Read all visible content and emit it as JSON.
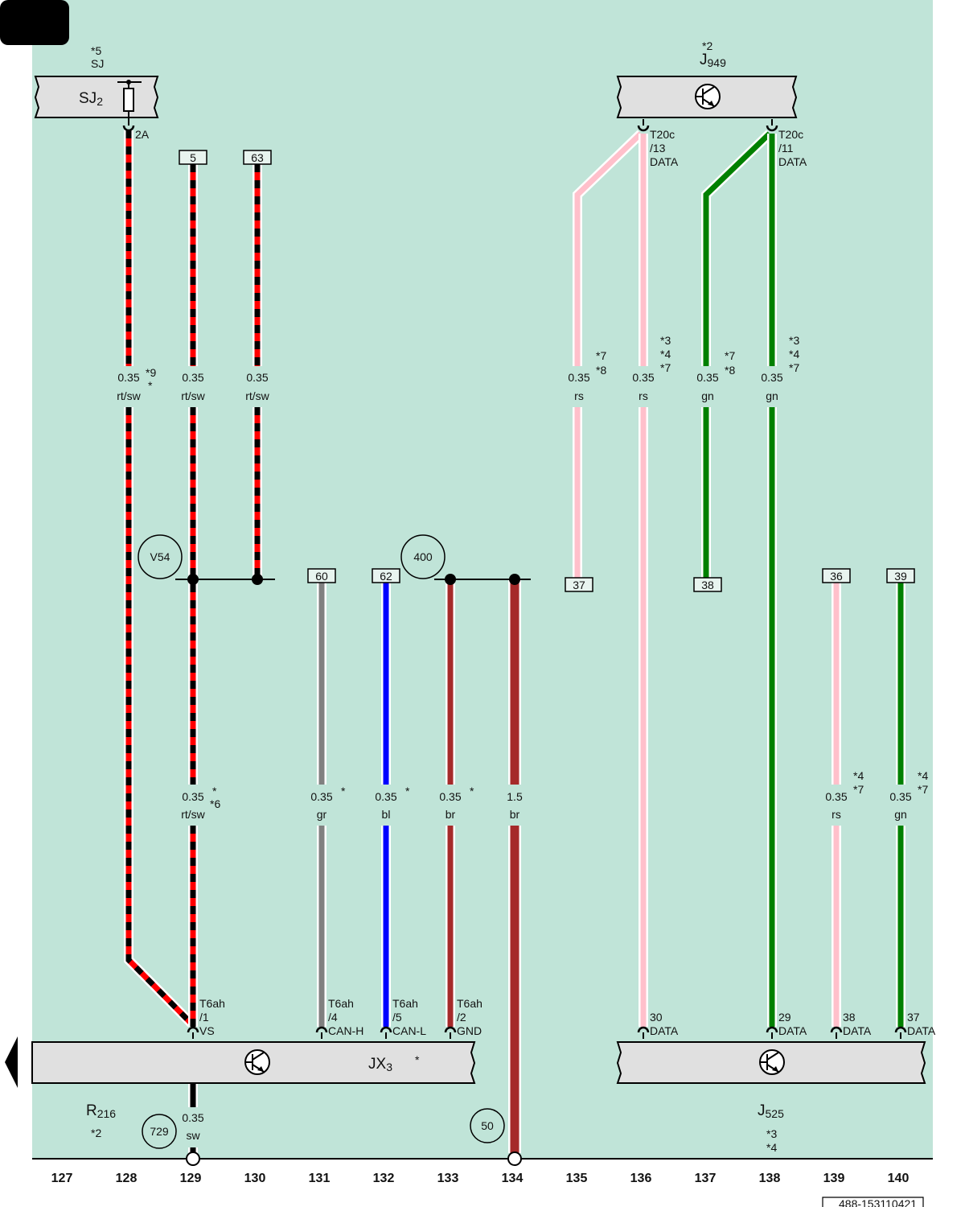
{
  "colors": {
    "background": "#c0e4d8",
    "component_fill": "#e0e0e0",
    "rt": "#ff0000",
    "sw": "#000000",
    "rs": "#ffc0cb",
    "gn": "#008000",
    "gr": "#808080",
    "bl": "#0000ff",
    "br": "#a52a2a"
  },
  "components": {
    "sj": {
      "name": "SJ",
      "sub": "2",
      "notes": [
        "*5",
        "SJ"
      ],
      "pin": "2A",
      "icon": "fuse-icon"
    },
    "j949": {
      "name": "J",
      "sub": "949",
      "notes": [
        "*2"
      ],
      "icon": "transistor-icon"
    },
    "jx3": {
      "name": "JX",
      "sub": "3",
      "star": "*",
      "icon": "transistor-icon"
    },
    "r216": {
      "name": "R",
      "sub": "216",
      "note": "*2"
    },
    "j525": {
      "name": "J",
      "sub": "525",
      "notes": [
        "*3",
        "*4"
      ],
      "icon": "transistor-icon"
    }
  },
  "wires": [
    {
      "id": "w128",
      "size": "0.35",
      "color": "rt/sw",
      "notes": [
        "*9",
        "*"
      ]
    },
    {
      "id": "w129a",
      "size": "0.35",
      "color": "rt/sw",
      "notes": []
    },
    {
      "id": "w130",
      "size": "0.35",
      "color": "rt/sw",
      "notes": []
    },
    {
      "id": "w135",
      "size": "0.35",
      "color": "rs",
      "notes": [
        "*7",
        "*8"
      ]
    },
    {
      "id": "w136",
      "size": "0.35",
      "color": "rs",
      "notes": [
        "*3",
        "*4",
        "*7"
      ]
    },
    {
      "id": "w137",
      "size": "0.35",
      "color": "gn",
      "notes": [
        "*7",
        "*8"
      ]
    },
    {
      "id": "w138",
      "size": "0.35",
      "color": "gn",
      "notes": [
        "*3",
        "*4",
        "*7"
      ]
    },
    {
      "id": "w129b",
      "size": "0.35",
      "color": "rt/sw",
      "notes": [
        "*",
        "*6"
      ]
    },
    {
      "id": "w131",
      "size": "0.35",
      "color": "gr",
      "notes": [
        "*"
      ]
    },
    {
      "id": "w132",
      "size": "0.35",
      "color": "bl",
      "notes": [
        "*"
      ]
    },
    {
      "id": "w133",
      "size": "0.35",
      "color": "br",
      "notes": [
        "*"
      ]
    },
    {
      "id": "w134",
      "size": "1.5",
      "color": "br",
      "notes": []
    },
    {
      "id": "w139",
      "size": "0.35",
      "color": "rs",
      "notes": [
        "*4",
        "*7"
      ]
    },
    {
      "id": "w140",
      "size": "0.35",
      "color": "gn",
      "notes": [
        "*4",
        "*7"
      ]
    },
    {
      "id": "w129c",
      "size": "0.35",
      "color": "sw",
      "notes": []
    }
  ],
  "connectors": {
    "t20c_13": [
      "T20c",
      "/13",
      "DATA"
    ],
    "t20c_11": [
      "T20c",
      "/11",
      "DATA"
    ],
    "t6ah_1": [
      "T6ah",
      "/1",
      "VS"
    ],
    "t6ah_4": [
      "T6ah",
      "/4",
      "CAN-H"
    ],
    "t6ah_5": [
      "T6ah",
      "/5",
      "CAN-L"
    ],
    "t6ah_2": [
      "T6ah",
      "/2",
      "GND"
    ],
    "j525_30": [
      "30",
      "DATA"
    ],
    "j525_29": [
      "29",
      "DATA"
    ],
    "j525_38": [
      "38",
      "DATA"
    ],
    "j525_37": [
      "37",
      "DATA"
    ]
  },
  "refs": {
    "top": [
      "5",
      "63"
    ],
    "mid": [
      "60",
      "62",
      "37",
      "38",
      "36",
      "39"
    ]
  },
  "circles": [
    "V54",
    "400",
    "729",
    "50"
  ],
  "columns": [
    "127",
    "128",
    "129",
    "130",
    "131",
    "132",
    "133",
    "134",
    "135",
    "136",
    "137",
    "138",
    "139",
    "140"
  ],
  "footer_code": "488-153110421"
}
